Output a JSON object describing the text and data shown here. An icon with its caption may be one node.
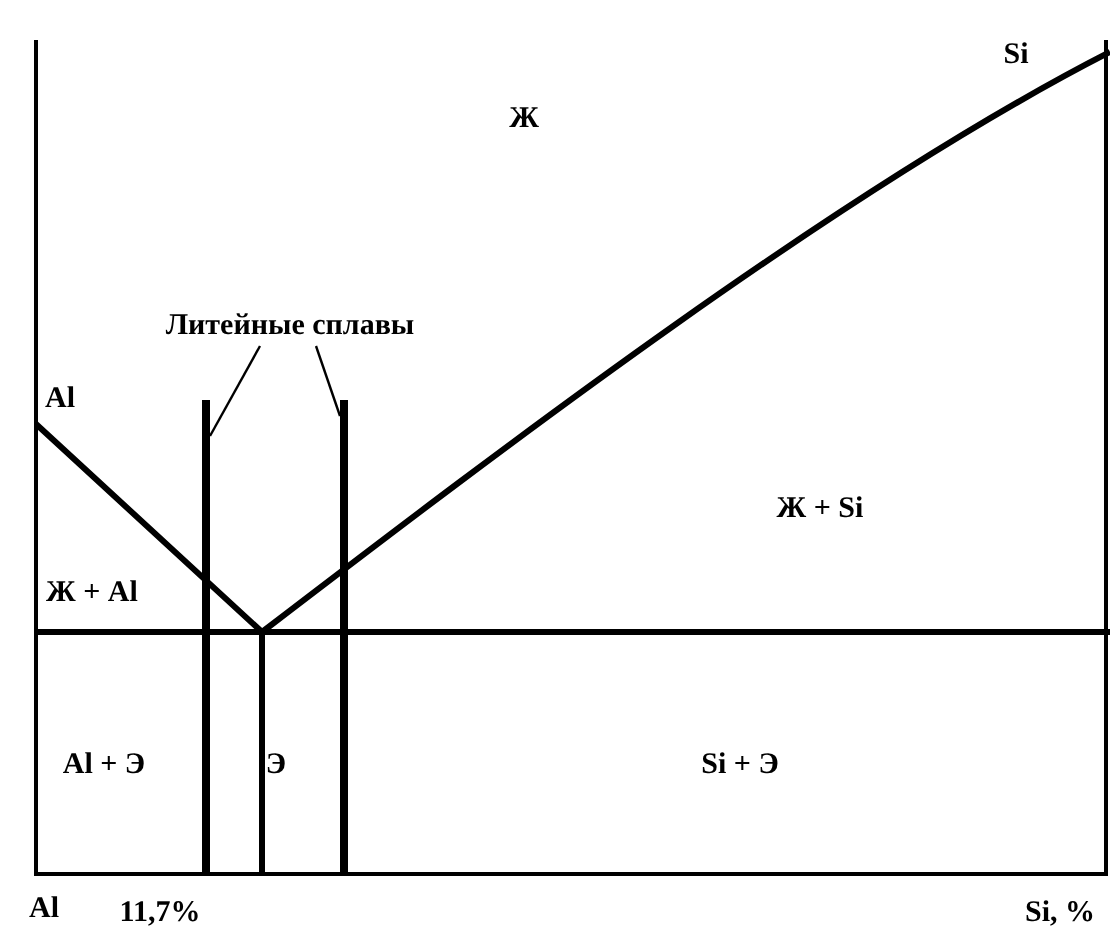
{
  "diagram": {
    "nodes": [
      {
        "text": [
          "Литейные сплавы"
        ]
      },
      {
        "text": [],
        "shape": "bar"
      },
      {
        "text": [],
        "shape": "bar"
      }
    ],
    "edges": [
      {
        "from": 0,
        "to": 1,
        "arrow": "none"
      },
      {
        "from": 0,
        "to": 2,
        "arrow": "none"
      }
    ],
    "labels": [
      "Ж",
      "Si",
      "Al",
      "Ж + Si",
      "Ж + Al",
      "Al + Э",
      "Э",
      "Si + Э",
      "Al",
      "11,7%",
      "Si, %"
    ]
  }
}
